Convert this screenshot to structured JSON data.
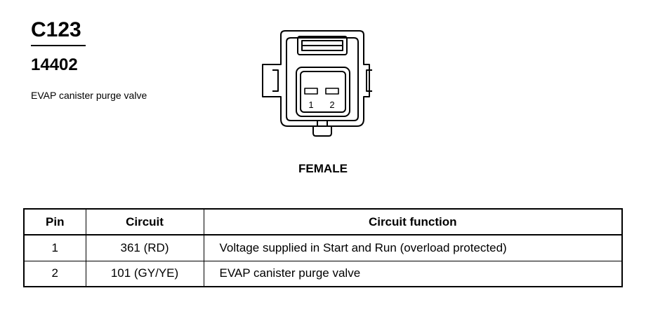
{
  "connector": {
    "id": "C123",
    "part_number": "14402",
    "description": "EVAP canister purge valve",
    "gender": "FEMALE",
    "pin_labels": [
      "1",
      "2"
    ]
  },
  "table": {
    "headers": [
      "Pin",
      "Circuit",
      "Circuit function"
    ],
    "rows": [
      {
        "pin": "1",
        "circuit": "361 (RD)",
        "function": "Voltage supplied in Start and Run (overload protected)"
      },
      {
        "pin": "2",
        "circuit": "101 (GY/YE)",
        "function": "EVAP canister purge valve"
      }
    ]
  }
}
